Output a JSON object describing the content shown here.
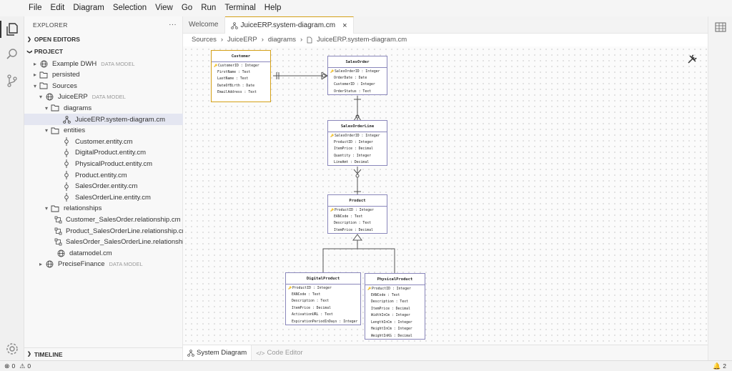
{
  "menu": [
    "File",
    "Edit",
    "Diagram",
    "Selection",
    "View",
    "Go",
    "Run",
    "Terminal",
    "Help"
  ],
  "explorer": {
    "title": "EXPLORER",
    "more": "···",
    "open_editors": "OPEN EDITORS",
    "project": "PROJECT",
    "timeline": "TIMELINE",
    "tree": [
      {
        "label": "Example DWH",
        "desc": "DATA MODEL"
      },
      {
        "label": "persisted",
        "desc": ""
      },
      {
        "label": "Sources",
        "desc": ""
      },
      {
        "label": "JuiceERP",
        "desc": "DATA MODEL"
      },
      {
        "label": "diagrams",
        "desc": ""
      },
      {
        "label": "JuiceERP.system-diagram.cm",
        "desc": ""
      },
      {
        "label": "entities",
        "desc": ""
      },
      {
        "label": "Customer.entity.cm",
        "desc": ""
      },
      {
        "label": "DigitalProduct.entity.cm",
        "desc": ""
      },
      {
        "label": "PhysicalProduct.entity.cm",
        "desc": ""
      },
      {
        "label": "Product.entity.cm",
        "desc": ""
      },
      {
        "label": "SalesOrder.entity.cm",
        "desc": ""
      },
      {
        "label": "SalesOrderLine.entity.cm",
        "desc": ""
      },
      {
        "label": "relationships",
        "desc": ""
      },
      {
        "label": "Customer_SalesOrder.relationship.cm",
        "desc": ""
      },
      {
        "label": "Product_SalesOrderLine.relationship.cm",
        "desc": ""
      },
      {
        "label": "SalesOrder_SalesOrderLine.relationshi...",
        "desc": ""
      },
      {
        "label": "datamodel.cm",
        "desc": ""
      },
      {
        "label": "PreciseFinance",
        "desc": "DATA MODEL"
      }
    ]
  },
  "tabs": {
    "welcome": "Welcome",
    "diagram": "JuiceERP.system-diagram.cm",
    "close": "×"
  },
  "breadcrumb": [
    "Sources",
    "JuiceERP",
    "diagrams",
    "JuiceERP.system-diagram.cm"
  ],
  "bottom_tabs": {
    "system": "System Diagram",
    "code": "Code Editor"
  },
  "status": {
    "errors": "0",
    "warnings": "0",
    "notifications": "2"
  },
  "entities": {
    "customer": {
      "name": "Customer",
      "rows": [
        "CustomerID : Integer",
        "FirstName : Text",
        "LastName : Text",
        "DateOfBirth : Date",
        "EmailAddress : Text"
      ]
    },
    "salesorder": {
      "name": "SalesOrder",
      "rows": [
        "SalesOrderID : Integer",
        "OrderDate : Date",
        "CustomerID : Integer",
        "OrderStatus : Text"
      ]
    },
    "salesorderline": {
      "name": "SalesOrderLine",
      "rows": [
        "SalesOrderID : Integer",
        "ProductID : Integer",
        "ItemPrice : Decimal",
        "Quantity : Integer",
        "LineAmt : Decimal"
      ]
    },
    "product": {
      "name": "Product",
      "rows": [
        "ProductID : Integer",
        "EANCode : Text",
        "Description : Text",
        "ItemPrice : Decimal"
      ]
    },
    "digitalproduct": {
      "name": "DigitalProduct",
      "rows": [
        "ProductID : Integer",
        "EANCode : Text",
        "Description : Text",
        "ItemPrice : Decimal",
        "ActivationURL : Text",
        "ExpirationPeriodInDays : Integer"
      ]
    },
    "physicalproduct": {
      "name": "PhysicalProduct",
      "rows": [
        "ProductID : Integer",
        "EANCode : Text",
        "Description : Text",
        "ItemPrice : Decimal",
        "WidthInCm : Integer",
        "LengthInCm : Integer",
        "HeightInCm : Integer",
        "WeightInKG : Decimal"
      ]
    }
  }
}
